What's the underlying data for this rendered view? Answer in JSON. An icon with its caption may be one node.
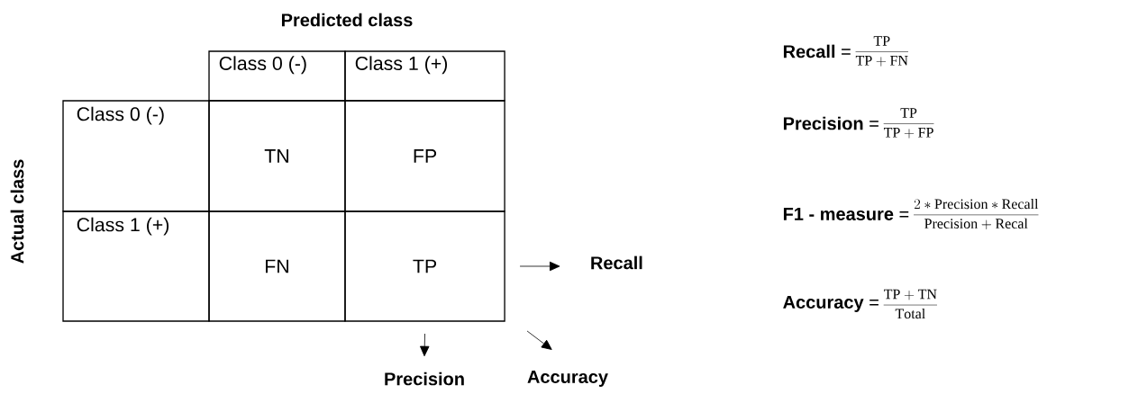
{
  "diagram": {
    "nodes": [
      {
        "text": [
          "Class 0 (-)"
        ]
      },
      {
        "text": [
          "Class 1 (+)"
        ]
      },
      {
        "text": [
          "Class 0 (-)"
        ]
      },
      {
        "text": [
          "TN"
        ]
      },
      {
        "text": [
          "FP"
        ]
      },
      {
        "text": [
          "Class 1 (+)"
        ]
      },
      {
        "text": [
          "FN"
        ]
      },
      {
        "text": [
          "TP"
        ]
      },
      {
        "text": [
          "Recall"
        ]
      },
      {
        "text": [
          "Precision"
        ]
      },
      {
        "text": [
          "Accuracy"
        ]
      }
    ],
    "edges": [
      {
        "from": 7,
        "to": 8,
        "arrow": "to"
      },
      {
        "from": 7,
        "to": 9,
        "arrow": "to"
      },
      {
        "from": 7,
        "to": 10,
        "arrow": "to"
      }
    ],
    "labels": [
      "Predicted class",
      "Actual class",
      "**Recall** =",
      "\\frac{\\mathrm{TP}}{\\mathrm{TP}+\\mathrm{FN}}",
      "**Precision** =",
      "\\frac{\\mathrm{TP}}{\\mathrm{TP}+\\mathrm{FP}}",
      "**F1 - measure** =",
      "\\frac{2*\\mathrm{Precision}*\\mathrm{Recall}}{\\mathrm{Precision}+\\mathrm{Recal}}",
      "**Accuracy** =",
      "\\frac{\\mathrm{TP}+\\mathrm{TN}}{\\mathrm{Total}}"
    ]
  }
}
